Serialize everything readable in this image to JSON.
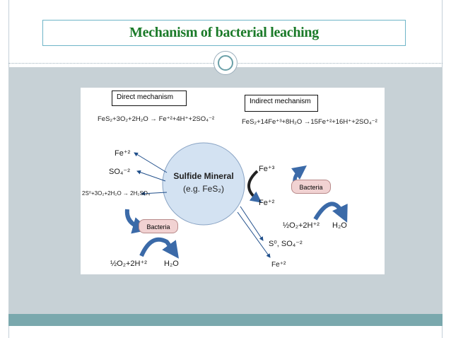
{
  "slide": {
    "title": "Mechanism of bacterial leaching"
  },
  "diagram": {
    "direct_label": "Direct mechanism",
    "indirect_label": "Indirect mechanism",
    "direct_eq": "FeS₂+3O₂+2H₂O → Fe⁺²+4H⁺+2SO₄⁻²",
    "indirect_eq": "FeS₂+14Fe⁺³+8H₂O →15Fe⁺²+16H⁺+2SO₄⁻²",
    "mineral_line1": "Sulfide Mineral",
    "mineral_line2": "(e.g. FeS₂)",
    "left_fe": "Fe⁺²",
    "left_so4": "SO₄⁻²",
    "left_s_eq": "2S⁰+3O₂+2H₂O → 2H₂SO₄",
    "bacteria_left": "Bacteria",
    "bacteria_right": "Bacteria",
    "left_o2": "½O₂+2H⁺²",
    "left_h2o": "H₂O",
    "right_fe3": "Fe⁺³",
    "right_fe2": "Fe⁺²",
    "right_o2": "½O₂+2H⁺²",
    "right_h2o": "H₂O",
    "right_s0": "S⁰, SO₄⁻²",
    "right_fe_bottom": "Fe⁺²"
  },
  "colors": {
    "title": "#1a7a28",
    "content_bg": "#c7d1d6",
    "footer_band": "#7aa8ad",
    "mineral_fill": "#d3e2f2",
    "arrow_blue": "#1f4e8a",
    "bacteria_fill": "#f1d2d2"
  }
}
